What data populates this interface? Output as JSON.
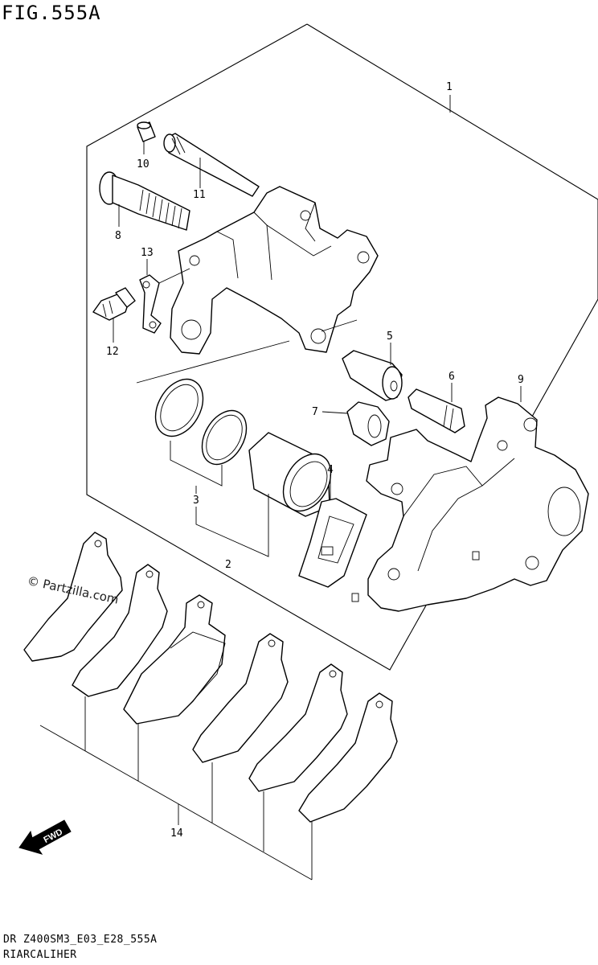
{
  "header": {
    "figure_title": "FIG.555A"
  },
  "footer": {
    "model_code": "DR Z400SM3_E03_E28_555A",
    "part_name": "RIARCALIHER"
  },
  "watermark": {
    "text": "© Partzilla.com"
  },
  "fwd_arrow": {
    "label": "FWD"
  },
  "callouts": [
    {
      "id": "c1",
      "text": "1"
    },
    {
      "id": "c2",
      "text": "2"
    },
    {
      "id": "c3",
      "text": "3"
    },
    {
      "id": "c4",
      "text": "4"
    },
    {
      "id": "c5",
      "text": "5"
    },
    {
      "id": "c6",
      "text": "6"
    },
    {
      "id": "c7",
      "text": "7"
    },
    {
      "id": "c8",
      "text": "8"
    },
    {
      "id": "c9",
      "text": "9"
    },
    {
      "id": "c10",
      "text": "10"
    },
    {
      "id": "c11",
      "text": "11"
    },
    {
      "id": "c12",
      "text": "12"
    },
    {
      "id": "c13",
      "text": "13"
    },
    {
      "id": "c14",
      "text": "14"
    }
  ]
}
